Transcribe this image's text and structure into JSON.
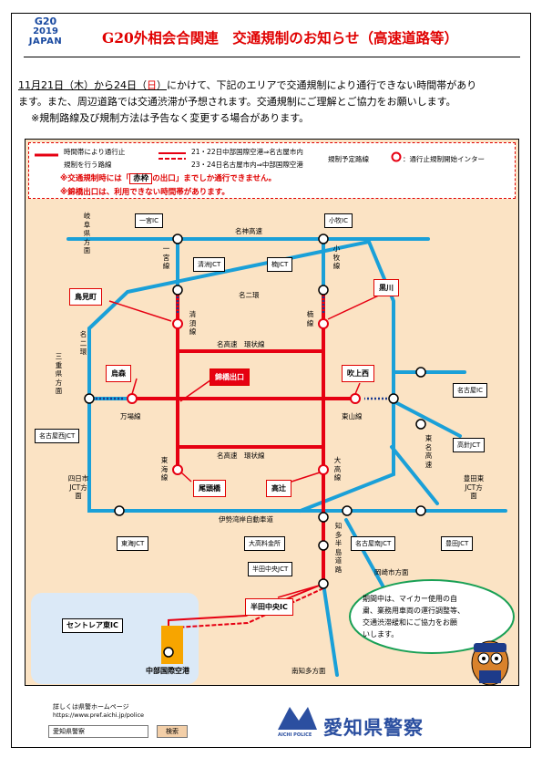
{
  "logo": {
    "g20": "G20",
    "year": "2019",
    "country": "JAPAN"
  },
  "title": "G20外相会合関連　交通規制のお知らせ（高速道路等）",
  "intro": {
    "date_a": "11月21日（木）から24日（",
    "date_day": "日",
    "date_b": "）",
    "line1_rest": "にかけて、下記のエリアで交通規制により通行できない時間帯があり",
    "line2": "ます。また、周辺道路では交通渋滞が予想されます。交通規制にご理解とご協力をお願いします。",
    "line3": "※規制路線及び規制方法は予告なく変更する場合があります。"
  },
  "legend": {
    "solid_desc_1": "時間帯により通行止",
    "solid_desc_2": "規制を行う路線",
    "dash_desc_1": "21・22日中部国際空港⇒名古屋市内",
    "dash_desc_2": "23・24日名古屋市内⇒中部国際空港",
    "dash_tail": "規制予定路線",
    "marker_desc": "：通行止規制開始インター",
    "note1_a": "※交通規制時には「",
    "note1_box": "赤枠",
    "note1_b": "の出口」までしか通行できません。",
    "note2": "※錦橋出口は、利用できない時間帯があります。"
  },
  "map": {
    "colors": {
      "expressway": "#1aa0d8",
      "restricted": "#e60012",
      "accent_bg": "#fbe3c4"
    },
    "ics": {
      "ichinomiya": "一宮IC",
      "komaki": "小牧IC",
      "kiyosu_jct": "清洲JCT",
      "kusunoki_jct": "楠JCT",
      "nagoya_ic": "名古屋IC",
      "takabari_jct": "高針JCT",
      "nagoya_nishi_jct": "名古屋西JCT",
      "tokai_jct": "東海JCT",
      "okachi_jct": "大高料金所",
      "nagoya_minami_jct": "名古屋南JCT",
      "toyota_jct": "豊田JCT",
      "handa_chuo_jct": "半田中央JCT",
      "centrair_east": "セントレア東IC",
      "airport": "中部国際空港"
    },
    "exits": {
      "torimicho": "鳥見町",
      "kurokawa": "黒川",
      "torimori": "烏森",
      "fukiage_nishi": "吹上西",
      "nishikibashi": "錦橋出口",
      "owari_bashi": "尾頭橋",
      "takatsuji": "高辻",
      "handa_chuo_ic": "半田中央IC"
    },
    "roads": {
      "meishin": "名神高速",
      "meiji": "名二環",
      "kanjo_top": "名高速　環状線",
      "kanjo_bottom": "名高速　環状線",
      "isewangan": "伊勢湾岸自動車道",
      "gifu": "岐阜県方面",
      "ichinomiya_line": "一宮線",
      "komaki_line": "小牧線",
      "kiyosu_line": "清須線",
      "kusu_line": "楠線",
      "meiji_v": "名二環",
      "mie": "三重県方面",
      "manba": "万場線",
      "higashiyama": "東山線",
      "tokai_line": "東海線",
      "odaka_line": "大高線",
      "tomei": "東名高速",
      "yokkaichi": "四日市JCT方面",
      "toyota_higashi": "豊田東JCT方面",
      "chita": "知多半島道路",
      "okazaki": "岡崎市方面",
      "minami_chita": "南知多方面"
    }
  },
  "callout": {
    "text_1": "期間中は、マイカー使用の自",
    "text_2": "粛、業務用車両の運行調整等、",
    "text_3": "交通渋滞緩和にご協力をお願",
    "text_4": "いします。"
  },
  "footer": {
    "hp_label": "詳しくは県警ホームページ",
    "url": "https://www.pref.aichi.jp/police",
    "search_value": "愛知県警察",
    "search_button": "検索",
    "org": "愛知県警察",
    "org_en": "AICHI POLICE"
  }
}
